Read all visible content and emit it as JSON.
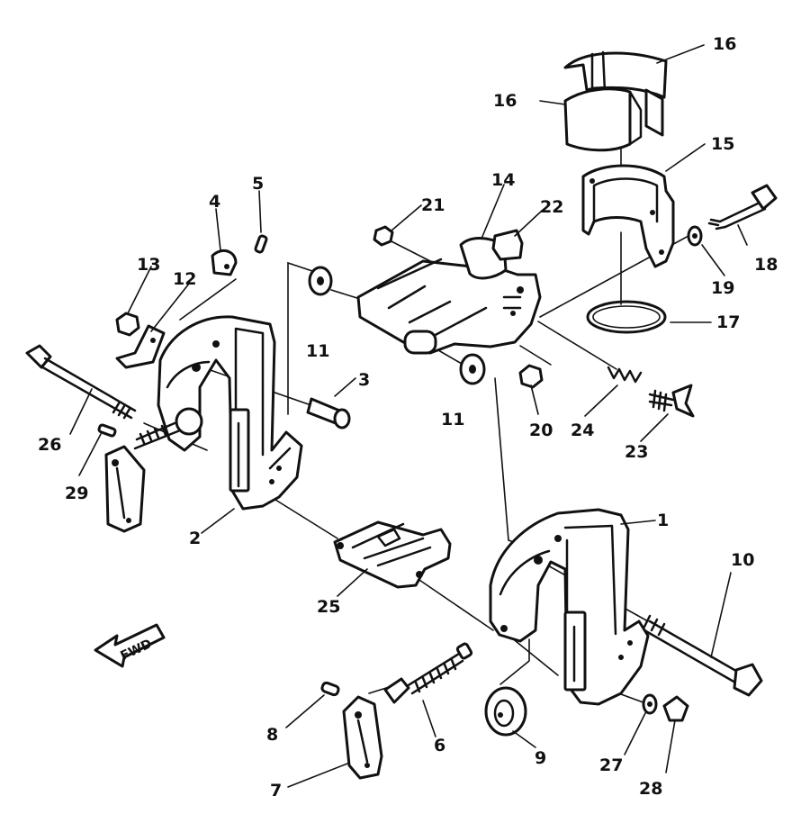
{
  "callouts": {
    "c1": "1",
    "c2": "2",
    "c3": "3",
    "c4": "4",
    "c5": "5",
    "c6": "6",
    "c7": "7",
    "c8": "8",
    "c9": "9",
    "c10": "10",
    "c11a": "11",
    "c11b": "11",
    "c12": "12",
    "c13": "13",
    "c14": "14",
    "c15": "15",
    "c16a": "16",
    "c16b": "16",
    "c17": "17",
    "c18": "18",
    "c19": "19",
    "c20": "20",
    "c21": "21",
    "c22": "22",
    "c23": "23",
    "c24": "24",
    "c25": "25",
    "c26": "26",
    "c27": "27",
    "c28": "28",
    "c29": "29"
  },
  "direction": {
    "label": "FWD"
  }
}
